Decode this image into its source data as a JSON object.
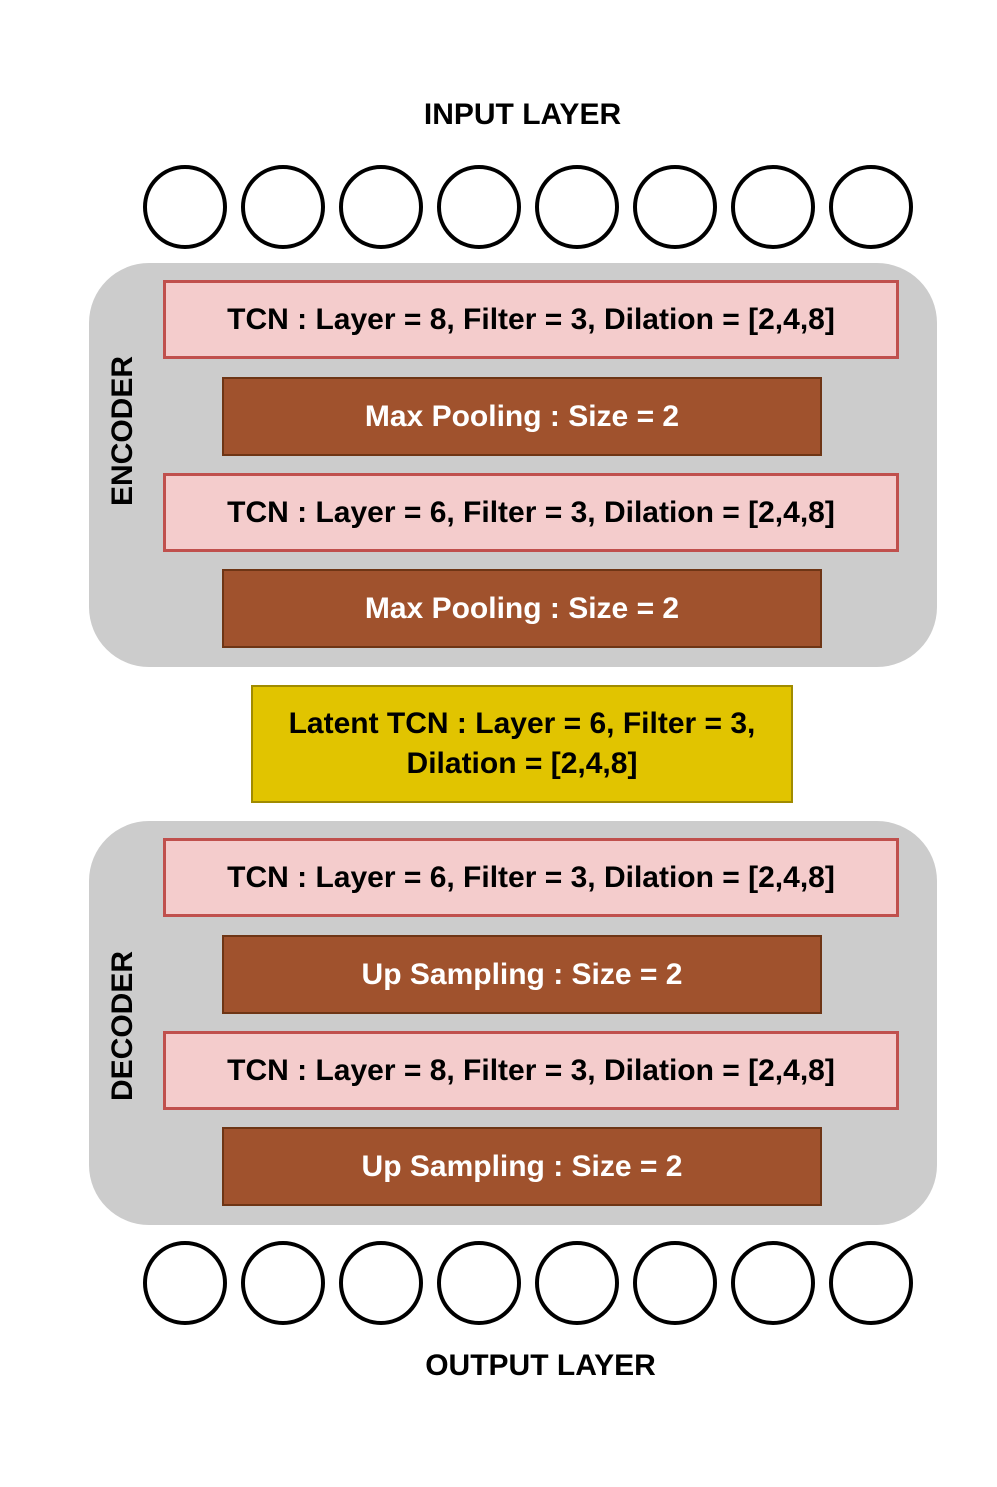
{
  "input_label": "INPUT LAYER",
  "output_label": "OUTPUT LAYER",
  "input_nodes": 8,
  "output_nodes": 8,
  "encoder": {
    "label": "ENCODER",
    "blocks": [
      "TCN : Layer = 8, Filter = 3, Dilation = [2,4,8]",
      "Max Pooling : Size = 2",
      "TCN : Layer = 6, Filter = 3, Dilation = [2,4,8]",
      "Max Pooling : Size = 2"
    ]
  },
  "latent": {
    "line1": "Latent TCN : Layer = 6, Filter = 3,",
    "line2": "Dilation = [2,4,8]"
  },
  "decoder": {
    "label": "DECODER",
    "blocks": [
      "TCN : Layer = 6, Filter = 3, Dilation = [2,4,8]",
      "Up Sampling : Size = 2",
      "TCN : Layer = 8, Filter = 3, Dilation = [2,4,8]",
      "Up Sampling : Size = 2"
    ]
  },
  "colors": {
    "panel": "#cccccc",
    "tcn_fill": "#f4cccc",
    "tcn_border": "#c0504d",
    "op_fill": "#a0522d",
    "latent_fill": "#e1c400"
  }
}
